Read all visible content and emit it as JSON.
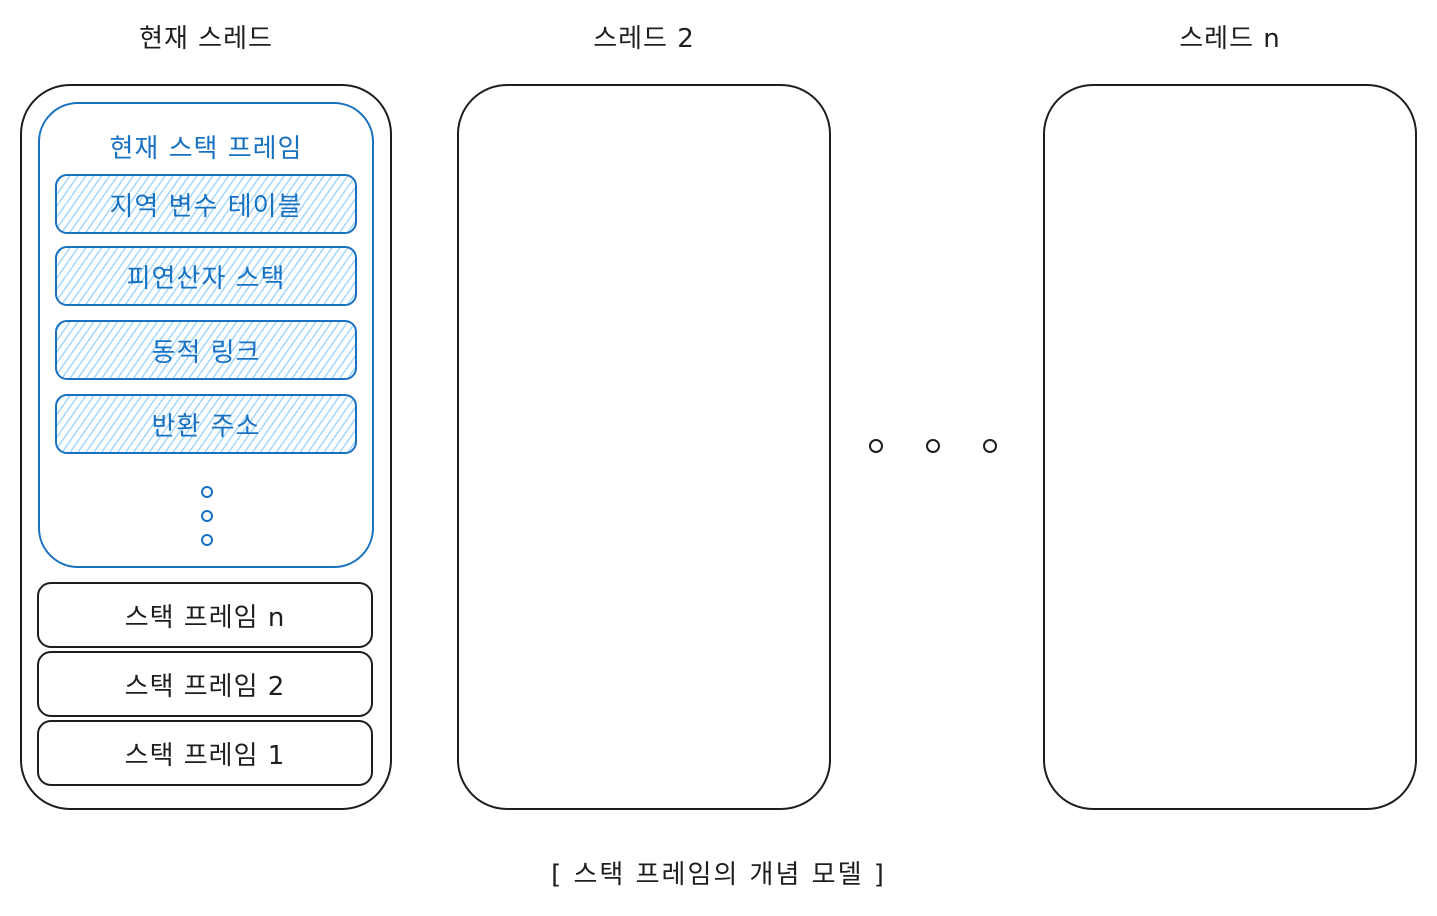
{
  "threads": [
    {
      "title": "현재 스레드"
    },
    {
      "title": "스레드 2"
    },
    {
      "title": "스레드 n"
    }
  ],
  "current_frame": {
    "title": "현재 스택 프레임",
    "items": [
      {
        "label": "지역 변수 테이블"
      },
      {
        "label": "피연산자 스택"
      },
      {
        "label": "동적 링크"
      },
      {
        "label": "반환 주소"
      }
    ]
  },
  "stack_frames": [
    {
      "label": "스택 프레임 n"
    },
    {
      "label": "스택 프레임 2"
    },
    {
      "label": "스택 프레임 1"
    }
  ],
  "caption": "[ 스택 프레임의 개념 모델 ]",
  "colors": {
    "stroke": "#1e1e1e",
    "accent": "#1971c2",
    "hatch": "#a5d8ff"
  }
}
